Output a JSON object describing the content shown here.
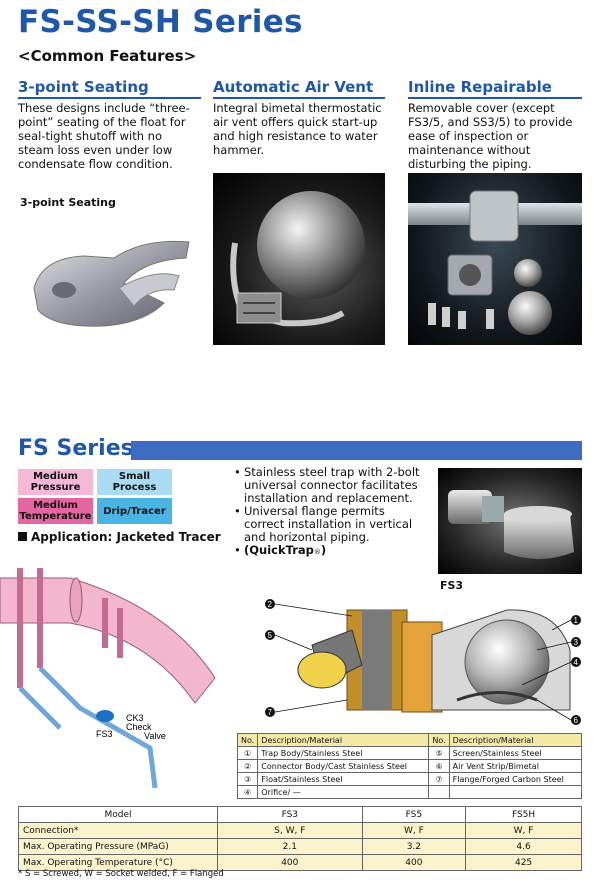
{
  "title": "FS-SS-SH Series",
  "common_features": "<Common Features>",
  "features": [
    {
      "heading": "3-point Seating",
      "text": "These designs include “three-point” seating of the float for seal-tight shutoff with no steam loss even under low condensate flow condition.",
      "image_caption": "3-point Seating"
    },
    {
      "heading": "Automatic Air Vent",
      "text": "Integral bimetal thermostatic air vent offers quick start-up and high resistance to water hammer."
    },
    {
      "heading": "Inline Repairable",
      "text": "Removable cover (except FS3/5, and SS3/5) to provide ease of inspection or maintenance without disturbing the piping."
    }
  ],
  "fs_series": {
    "heading": "FS Series",
    "badges": [
      {
        "label": "Medium Pressure",
        "color": "#f5b8d6"
      },
      {
        "label": "Small Process",
        "color": "#a9dcf2"
      },
      {
        "label": "Medium Temperature",
        "color": "#e4659f"
      },
      {
        "label": "Drip/Tracer",
        "color": "#4ab5e2"
      }
    ],
    "application": "Application: Jacketed Tracer",
    "bullets": [
      "Stainless steel trap with 2-bolt universal connector facilitates installation and replacement.",
      "Universal flange permits correct installation in vertical and horizontal piping."
    ],
    "quicktrap": "(QuickTrap",
    "quicktrap_mark": "®",
    "quicktrap_close": ")",
    "product_label": "FS3",
    "diagram_labels": {
      "fs3": "FS3",
      "ck3": "CK3",
      "check": "Check",
      "valve": "Valve"
    },
    "callouts": [
      "2",
      "5",
      "7",
      "1",
      "3",
      "4",
      "6"
    ]
  },
  "parts_table": {
    "headers": [
      "No.",
      "Description/Material",
      "No.",
      "Description/Material"
    ],
    "rows": [
      [
        "①",
        "Trap Body/Stainless Steel",
        "⑤",
        "Screen/Stainless Steel"
      ],
      [
        "②",
        "Connector Body/Cast Stainless Steel",
        "⑥",
        "Air Vent Strip/Bimetal"
      ],
      [
        "③",
        "Float/Stainless Steel",
        "⑦",
        "Flange/Forged Carbon Steel"
      ],
      [
        "④",
        "Orifice/ —",
        "",
        ""
      ]
    ]
  },
  "spec_table": {
    "headers": [
      "Model",
      "FS3",
      "FS5",
      "FS5H"
    ],
    "rows": [
      [
        "Connection*",
        "S, W, F",
        "W, F",
        "W, F"
      ],
      [
        "Max. Operating Pressure (MPaG)",
        "2.1",
        "3.2",
        "4.6"
      ],
      [
        "Max. Operating Temperature (°C)",
        "400",
        "400",
        "425"
      ]
    ]
  },
  "footnote": "* S = Screwed, W = Socket welded, F = Flanged"
}
